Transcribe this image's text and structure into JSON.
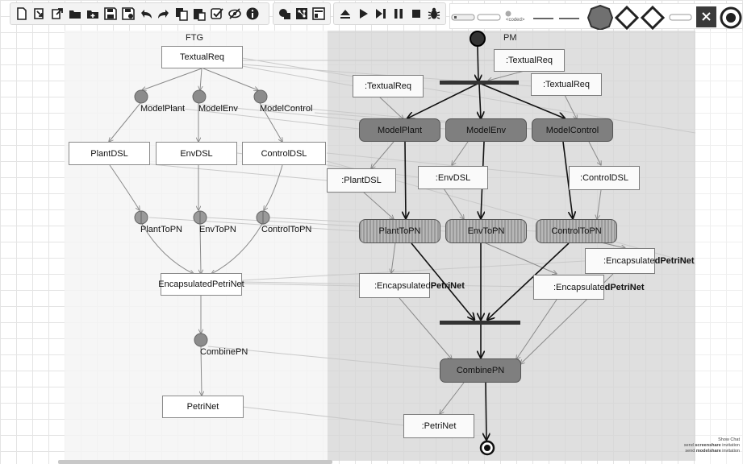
{
  "toolbar": {
    "file_tools": [
      "new-file-icon",
      "import-icon",
      "export-icon",
      "open-folder-icon",
      "new-folder-icon",
      "save-icon",
      "save-as-icon",
      "undo-icon",
      "redo-icon",
      "copy-icon",
      "paste-icon",
      "validate-icon",
      "hide-icon",
      "info-icon"
    ],
    "layout_tools": [
      "layer-icon",
      "network-icon",
      "window-icon"
    ],
    "run_tools": [
      "eject-icon",
      "play-icon",
      "step-icon",
      "pause-icon",
      "stop-icon",
      "debug-bug-icon"
    ]
  },
  "palette": {
    "coded_label": "<coded>",
    "items": [
      "node-shape",
      "edge-shape",
      "octagon-shape",
      "diamond-shape",
      "diamond-shape",
      "close-shape",
      "target-shape"
    ]
  },
  "ftg": {
    "title": "FTG",
    "nodes": {
      "textualreq": "TextualReq",
      "plantdsl": "PlantDSL",
      "envdsl": "EnvDSL",
      "controldsl": "ControlDSL",
      "encapsulated": "EncapsulatedPetriNet",
      "petrinet": "PetriNet"
    },
    "transforms": {
      "modelplant": "ModelPlant",
      "modelenv": "ModelEnv",
      "modelcontrol": "ModelControl",
      "planttopn": "PlantToPN",
      "envtopn": "EnvToPN",
      "controltopn": "ControlToPN",
      "combinepn": "CombinePN"
    }
  },
  "pm": {
    "title": "PM",
    "objects": {
      "textualreq_top": ":TextualReq",
      "textualreq_left": ":TextualReq",
      "textualreq_right": ":TextualReq",
      "plantdsl": ":PlantDSL",
      "envdsl": ":EnvDSL",
      "controldsl": ":ControlDSL",
      "enc_left_pre": ":Encapsulated",
      "enc_left_post": "PetriNet",
      "enc_mid_pre": ":Encapsulate",
      "enc_mid_post": "dPetriNet",
      "enc_right_pre": ":Encapsulate",
      "enc_right_post": "dPetriNet",
      "petrinet": ":PetriNet"
    },
    "actions": {
      "modelplant": "ModelPlant",
      "modelenv": "ModelEnv",
      "modelcontrol": "ModelControl",
      "planttopn": "PlantToPN",
      "envtopn": "EnvToPN",
      "controltopn": "ControlToPN",
      "combinepn": "CombinePN"
    }
  },
  "chat": {
    "show_chat": "Show Chat",
    "line1_pre": "send ",
    "line1_bold": "screenshare",
    "line1_post": " invitation",
    "line2_pre": "send ",
    "line2_bold": "modelshare",
    "line2_post": " invitation"
  }
}
